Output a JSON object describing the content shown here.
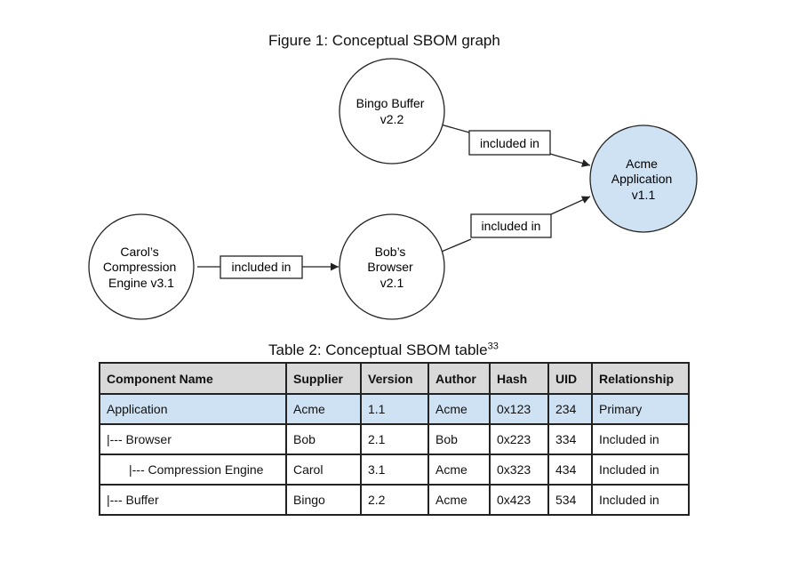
{
  "figure": {
    "caption": "Figure 1: Conceptual SBOM graph",
    "nodes": {
      "bingo": [
        "Bingo Buffer",
        "v2.2"
      ],
      "acme": [
        "Acme",
        "Application",
        "v1.1"
      ],
      "carol": [
        "Carol’s",
        "Compression",
        "Engine v3.1"
      ],
      "bob": [
        "Bob’s",
        "Browser",
        "v2.1"
      ]
    },
    "edge_label": "included in",
    "colors": {
      "highlight": "#cfe2f3",
      "stroke": "#222222"
    }
  },
  "table": {
    "caption": "Table 2: Conceptual SBOM table",
    "footnote": "33",
    "headers": [
      "Component Name",
      "Supplier",
      "Version",
      "Author",
      "Hash",
      "UID",
      "Relationship"
    ],
    "rows": [
      [
        "Application",
        "Acme",
        "1.1",
        "Acme",
        "0x123",
        "234",
        "Primary"
      ],
      [
        "|--- Browser",
        "Bob",
        "2.1",
        "Bob",
        "0x223",
        "334",
        "Included in"
      ],
      [
        "|--- Compression Engine",
        "Carol",
        "3.1",
        "Acme",
        "0x323",
        "434",
        "Included in"
      ],
      [
        "|--- Buffer",
        "Bingo",
        "2.2",
        "Acme",
        "0x423",
        "534",
        "Included in"
      ]
    ]
  }
}
